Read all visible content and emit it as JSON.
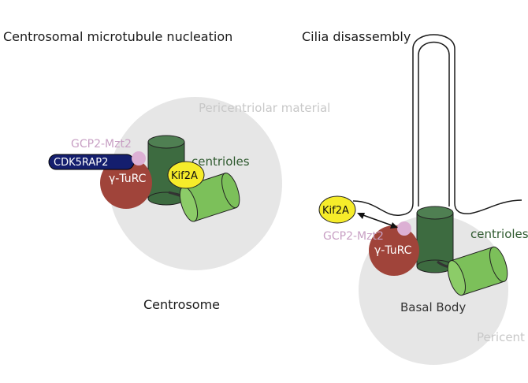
{
  "left_panel": {
    "title": "Centrosomal microtubule nucleation",
    "pcm_label": "Pericentriolar material",
    "gcp2_label": "GCP2-Mzt2",
    "cdk5rap2_label": "CDK5RAP2",
    "gturc_label": "γ-TuRC",
    "kif2a_label": "Kif2A",
    "centrioles_label": "centrioles",
    "caption": "Centrosome"
  },
  "right_panel": {
    "title": "Cilia disassembly",
    "kif2a_label": "Kif2A",
    "gcp2_label": "GCP2-Mzt2",
    "gturc_label": "γ-TuRC",
    "centrioles_label": "centrioles",
    "basal_body_label": "Basal Body",
    "pcm_label_truncated": "Pericent"
  },
  "colors": {
    "pcm_gray": "#e6e6e6",
    "pcm_text": "#c8c8c8",
    "gturc_red": "#a0443a",
    "gcp2_pink": "#dcb0d4",
    "gcp2_text": "#c8a0c4",
    "cdk5rap2_navy": "#141e6e",
    "kif2a_yellow": "#f6ec2a",
    "centriole_dark_green": "#3d6b40",
    "centriole_light_green": "#7cc05a",
    "centrioles_text": "#2f5a2f"
  }
}
